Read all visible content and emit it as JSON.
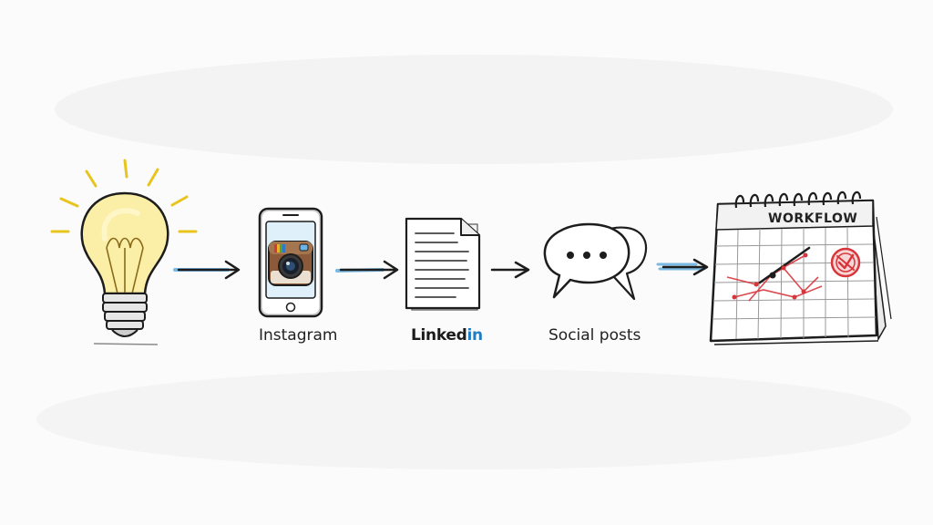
{
  "labels": {
    "instagram": "Instagram",
    "linkedin_text": "Linked",
    "linkedin_in": "in",
    "social": "Social posts"
  },
  "calendar": {
    "title": "WORKFLOW"
  },
  "colors": {
    "ink": "#1d1d1d",
    "bulb_glow": "#f2d33a",
    "bulb_fill": "#fbeea6",
    "arrow_blue": "#5aa9dc",
    "linkedin_blue": "#1f7ec2",
    "instagram_brown": "#8a5a3a",
    "calendar_red": "#d8353b"
  },
  "icons": [
    "lightbulb-icon",
    "smartphone-icon",
    "instagram-logo-icon",
    "document-icon",
    "chat-bubbles-icon",
    "calendar-icon"
  ]
}
